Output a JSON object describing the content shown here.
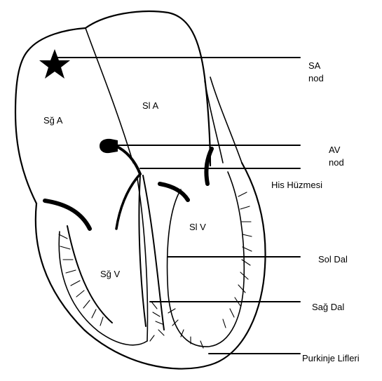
{
  "chambers": {
    "right_atrium": "Sğ A",
    "left_atrium": "Sl A",
    "right_ventricle": "Sğ V",
    "left_ventricle": "Sl V"
  },
  "callouts": {
    "sa_node": [
      "SA",
      "nod"
    ],
    "av_node": [
      "AV",
      "nod"
    ],
    "his_bundle": "His Hüzmesi",
    "left_branch": "Sol Dal",
    "right_branch": "Sağ Dal",
    "purkinje": "Purkinje Lifleri"
  },
  "colors": {
    "ink": "#000000",
    "background": "#ffffff"
  }
}
